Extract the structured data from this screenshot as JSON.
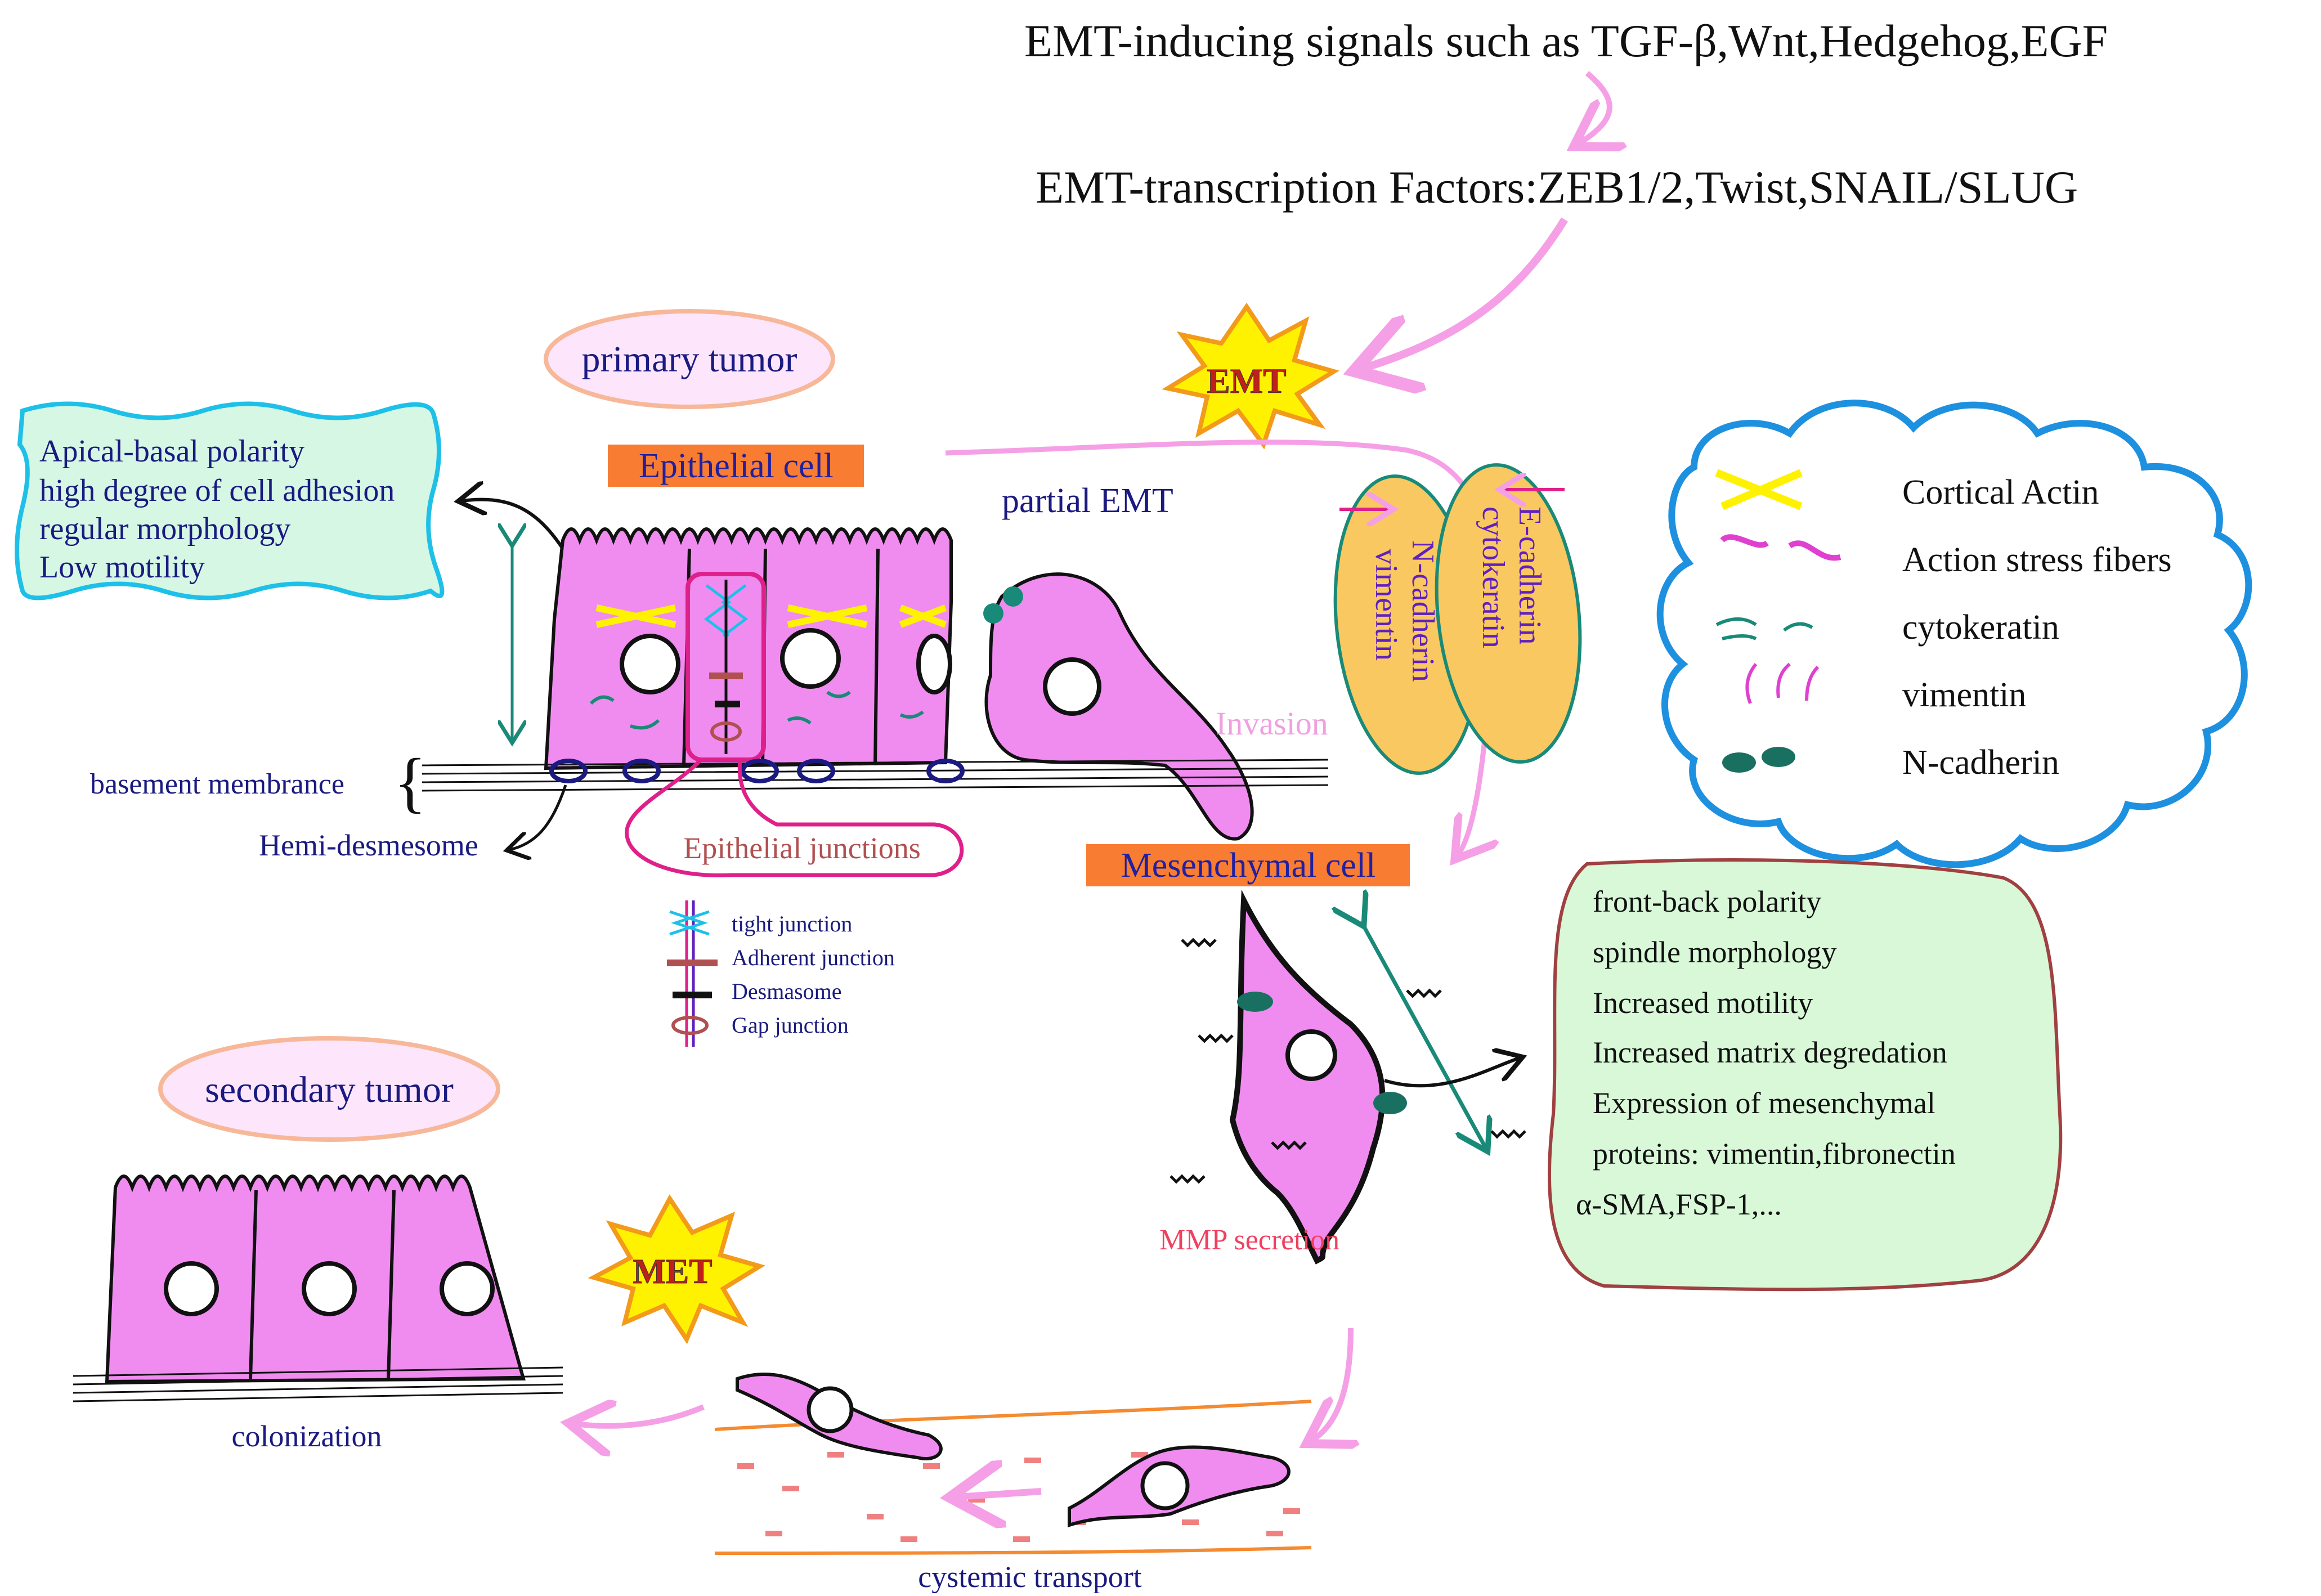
{
  "signals": {
    "inducing": "EMT-inducing signals such as TGF-β,Wnt,Hedgehog,EGF",
    "factors": "EMT-transcription Factors:ZEB1/2,Twist,SNAIL/SLUG"
  },
  "labels": {
    "emt_burst": "EMT",
    "met_burst": "MET",
    "primary_tumor": "primary tumor",
    "secondary_tumor": "secondary tumor",
    "epithelial_cell": "Epithelial cell",
    "mesenchymal_cell": "Mesenchymal cell",
    "partial_emt": "partial EMT",
    "invasion": "Invasion",
    "basement_membrane": "basement membrance",
    "hemi_desmosome": "Hemi-desmesome",
    "epithelial_junctions": "Epithelial junctions",
    "mmp_secretion": "MMP secretion",
    "colonization": "colonization",
    "systemic_transport": "cystemic transport"
  },
  "oval_left": [
    "N-cadherin",
    "vimentin"
  ],
  "oval_right": [
    "E-cadherin",
    "cytokeratin"
  ],
  "epithelial_traits": [
    "Apical-basal polarity",
    "high degree of cell adhesion",
    "regular morphology",
    "Low motility"
  ],
  "junction_legend": [
    "tight junction",
    "Adherent junction",
    "Desmasome",
    "Gap junction"
  ],
  "cloud_legend": [
    "Cortical Actin",
    "Action stress fibers",
    "cytokeratin",
    "vimentin",
    "N-cadherin"
  ],
  "mesenchymal_traits": [
    "front-back polarity",
    "spindle morphology",
    "Increased motility",
    "Increased  matrix degredation",
    "Expression of mesenchymal",
    "proteins: vimentin,fibronectin",
    "α-SMA,FSP-1,..."
  ],
  "colors": {
    "cell_fill": "#f08cf0",
    "pink_arrow": "#f5a0e6",
    "epithelial_box": "#f87c32",
    "cloud_border": "#1e90e0",
    "navy_text": "#1a1a80",
    "teal": "#1a8a78",
    "yellow": "#fff200",
    "oval_fill": "#f9c860"
  }
}
